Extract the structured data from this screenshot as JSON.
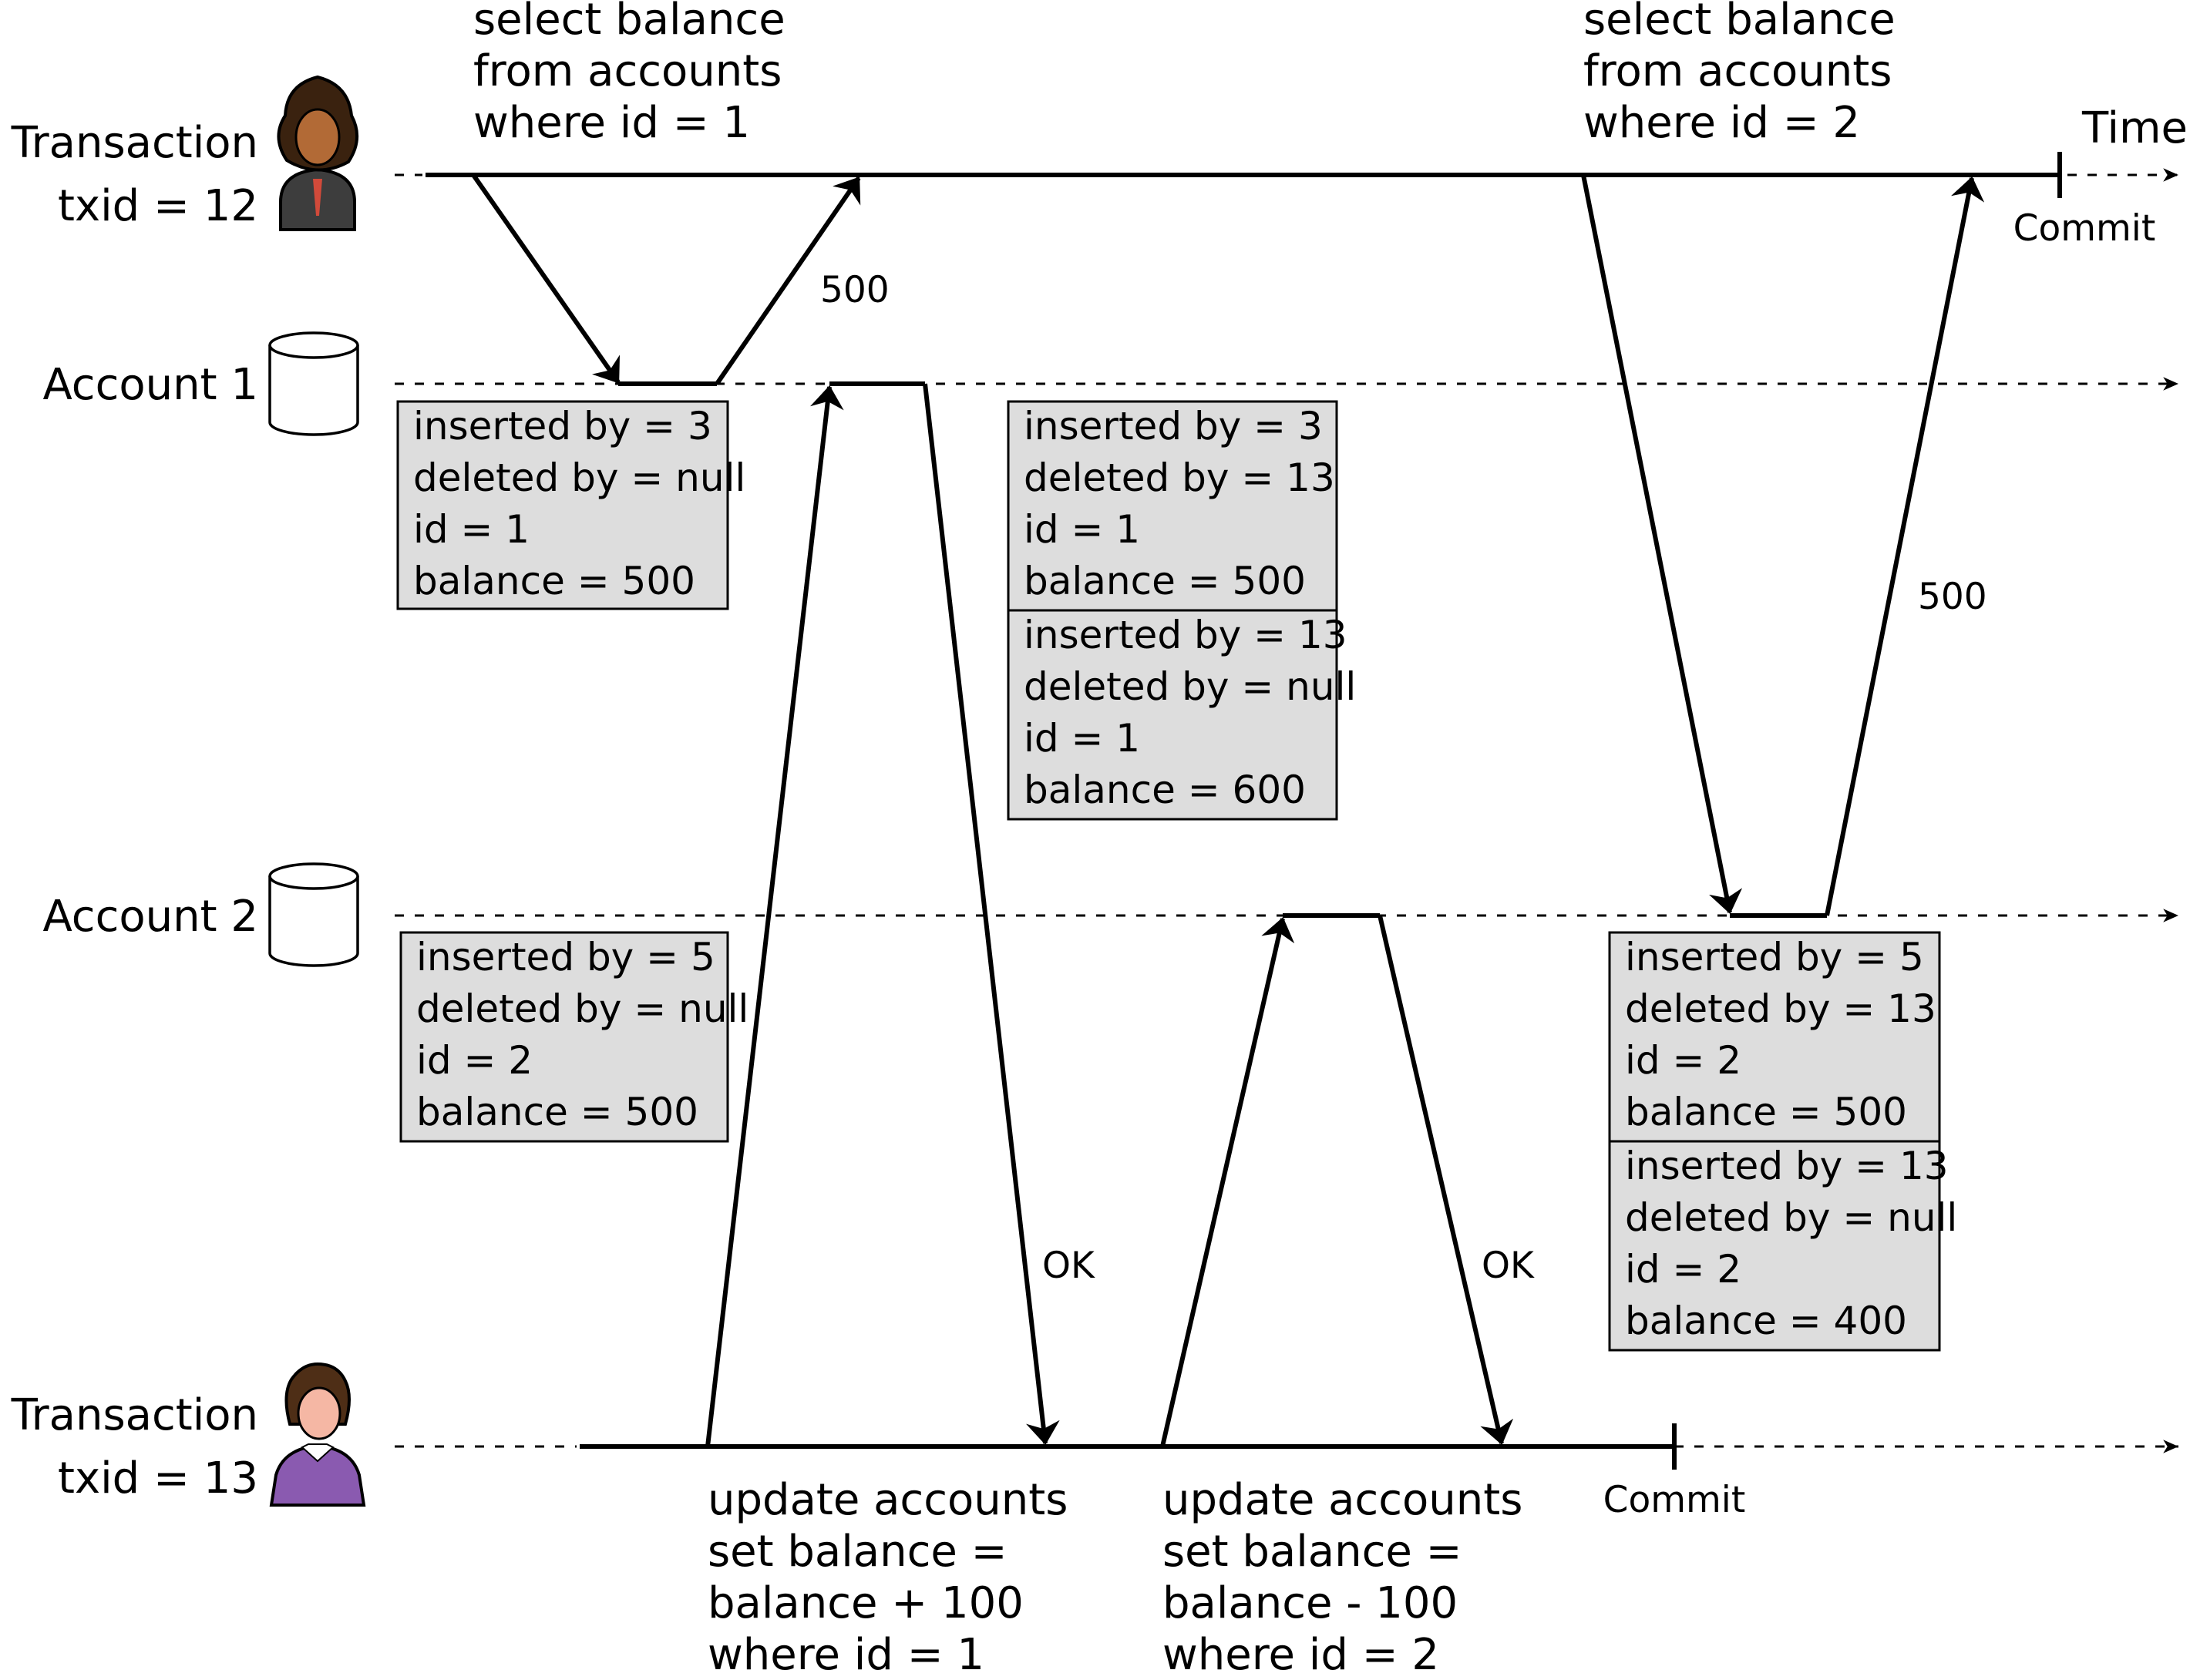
{
  "time_label": "Time",
  "lanes": {
    "tx12": {
      "line1": "Transaction",
      "line2": "txid = 12",
      "avatar_colors": {
        "hair": "#3a220f",
        "skin": "#b26a36",
        "body": "#3d3d3d",
        "accent": "#d24a3a"
      }
    },
    "acct1": {
      "label": "Account 1"
    },
    "acct2": {
      "label": "Account 2"
    },
    "tx13": {
      "line1": "Transaction",
      "line2": "txid = 13",
      "avatar_colors": {
        "hair": "#4e2e16",
        "skin": "#f5b7a4",
        "body": "#8a5ab0",
        "accent": "#ffffff"
      }
    }
  },
  "queries": {
    "select1": [
      "select balance",
      "from accounts",
      "where id = 1"
    ],
    "select2": [
      "select balance",
      "from accounts",
      "where id = 2"
    ],
    "update1": [
      "update accounts",
      "set balance =",
      "balance + 100",
      "where id = 1"
    ],
    "update2": [
      "update accounts",
      "set balance =",
      "balance - 100",
      "where id = 2"
    ]
  },
  "responses": {
    "r1": "500",
    "r2": "500",
    "ok1": "OK",
    "ok2": "OK"
  },
  "commits": {
    "tx12": "Commit",
    "tx13": "Commit"
  },
  "rows": {
    "a1_old": [
      "inserted by = 3",
      "deleted by = null",
      "id = 1",
      "balance = 500"
    ],
    "a1_after_del": [
      "inserted by = 3",
      "deleted by = 13",
      "id = 1",
      "balance = 500"
    ],
    "a1_new": [
      "inserted by = 13",
      "deleted by = null",
      "id = 1",
      "balance = 600"
    ],
    "a2_old": [
      "inserted by = 5",
      "deleted by = null",
      "id = 2",
      "balance = 500"
    ],
    "a2_after_del": [
      "inserted by = 5",
      "deleted by = 13",
      "id = 2",
      "balance = 500"
    ],
    "a2_new": [
      "inserted by = 13",
      "deleted by = null",
      "id = 2",
      "balance = 400"
    ]
  },
  "colors": {
    "box_fill": "#dddddd",
    "line": "#000000"
  }
}
